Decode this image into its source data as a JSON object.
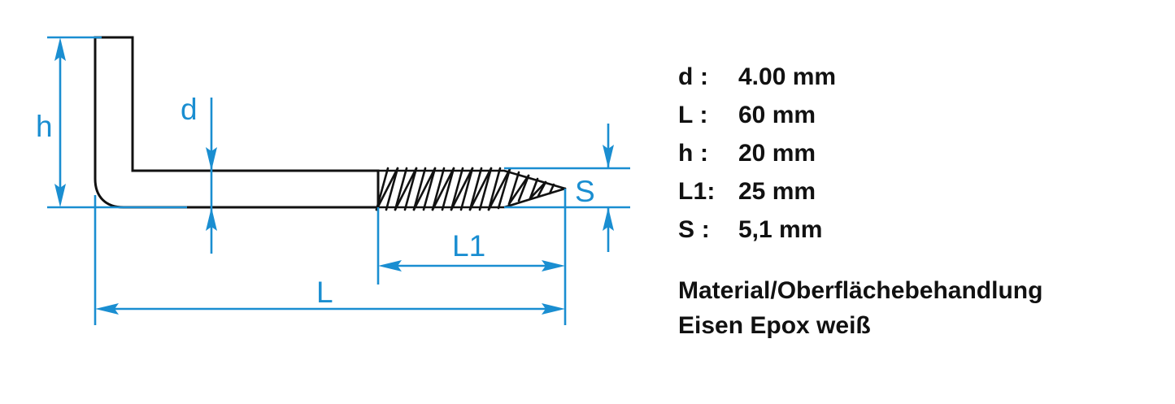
{
  "drawing": {
    "title": "Schraubhaken technische Zeichnung",
    "accent_color": "#1a8ed1",
    "line_color": "#111111",
    "background": "#ffffff",
    "dimension_labels": {
      "h": "h",
      "d": "d",
      "L": "L",
      "L1": "L1",
      "S": "S"
    }
  },
  "specs": {
    "rows": [
      {
        "key": "d :",
        "value": "4.00 mm"
      },
      {
        "key": "L :",
        "value": "60 mm"
      },
      {
        "key": "h :",
        "value": "20 mm"
      },
      {
        "key": "L1:",
        "value": "25 mm"
      },
      {
        "key": "S :",
        "value": "5,1 mm"
      }
    ]
  },
  "material": {
    "heading": "Material/Oberflächebehandlung",
    "value": "Eisen Epox weiß"
  }
}
